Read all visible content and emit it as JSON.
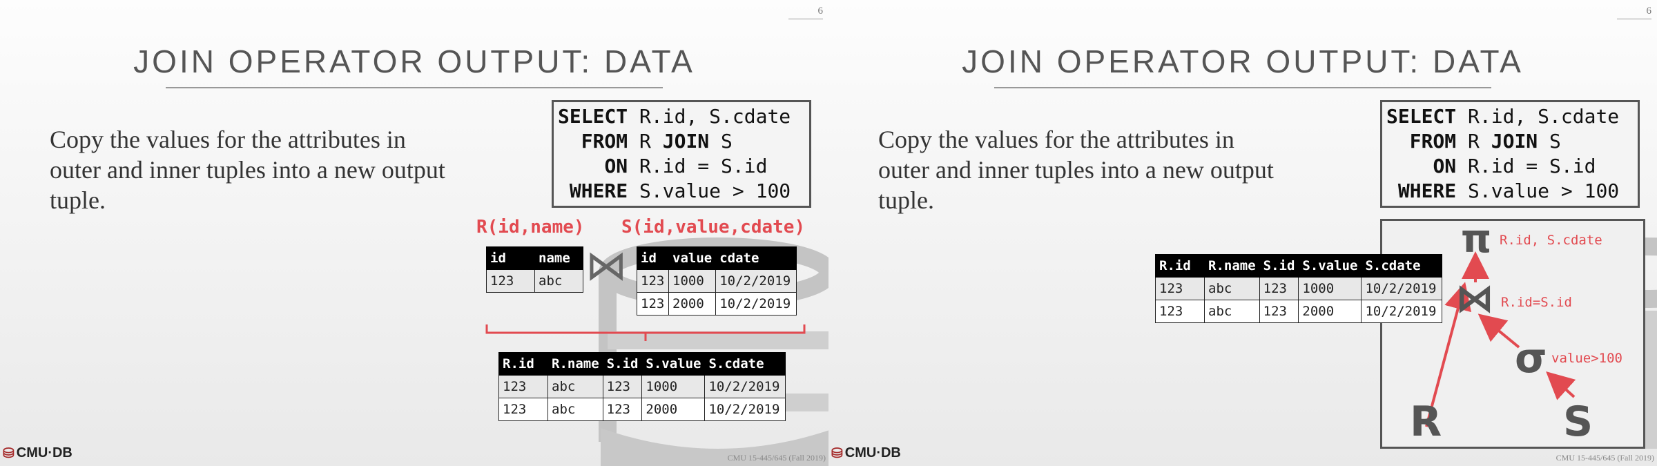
{
  "slides": [
    {
      "page_number": "6",
      "title": "JOIN OPERATOR OUTPUT: DATA",
      "body": "Copy the values for the attributes in outer and inner tuples into a new output tuple.",
      "sql": [
        {
          "kw": "SELECT",
          "rest": "R.id, S.cdate"
        },
        {
          "kw": "FROM",
          "rest": "R ",
          "kw2": "JOIN",
          "rest2": " S"
        },
        {
          "kw": "ON",
          "rest": "R.id = S.id"
        },
        {
          "kw": "WHERE",
          "rest": "S.value > 100"
        }
      ],
      "relation_r_label": "R(id,name)",
      "relation_s_label": "S(id,value,cdate)",
      "join_symbol": "⋈",
      "table_r": {
        "headers": [
          "id",
          "name"
        ],
        "rows": [
          [
            "123",
            "abc"
          ]
        ]
      },
      "table_s": {
        "headers": [
          "id",
          "value",
          "cdate"
        ],
        "rows": [
          [
            "123",
            "1000",
            "10/2/2019"
          ],
          [
            "123",
            "2000",
            "10/2/2019"
          ]
        ]
      },
      "table_out": {
        "headers": [
          "R.id",
          "R.name",
          "S.id",
          "S.value",
          "S.cdate"
        ],
        "rows": [
          [
            "123",
            "abc",
            "123",
            "1000",
            "10/2/2019"
          ],
          [
            "123",
            "abc",
            "123",
            "2000",
            "10/2/2019"
          ]
        ]
      },
      "logo": "CMU·DB",
      "footer": "CMU 15-445/645 (Fall 2019)"
    },
    {
      "page_number": "6",
      "title": "JOIN OPERATOR OUTPUT: DATA",
      "body": "Copy the values for the attributes in outer and inner tuples into a new output tuple.",
      "sql": [
        {
          "kw": "SELECT",
          "rest": "R.id, S.cdate"
        },
        {
          "kw": "FROM",
          "rest": "R ",
          "kw2": "JOIN",
          "rest2": " S"
        },
        {
          "kw": "ON",
          "rest": "R.id = S.id"
        },
        {
          "kw": "WHERE",
          "rest": "S.value > 100"
        }
      ],
      "table_out": {
        "headers": [
          "R.id",
          "R.name",
          "S.id",
          "S.value",
          "S.cdate"
        ],
        "rows": [
          [
            "123",
            "abc",
            "123",
            "1000",
            "10/2/2019"
          ],
          [
            "123",
            "abc",
            "123",
            "2000",
            "10/2/2019"
          ]
        ]
      },
      "plan": {
        "projection_symbol": "π",
        "projection_label": "R.id, S.cdate",
        "join_symbol": "⋈",
        "join_label": "R.id=S.id",
        "selection_symbol": "σ",
        "selection_label": "value>100",
        "left_input": "R",
        "right_input": "S"
      },
      "logo": "CMU·DB",
      "footer": "CMU 15-445/645 (Fall 2019)"
    }
  ],
  "colors": {
    "accent_red": "#e24a50",
    "title_gray": "#555555",
    "header_black": "#000000"
  }
}
